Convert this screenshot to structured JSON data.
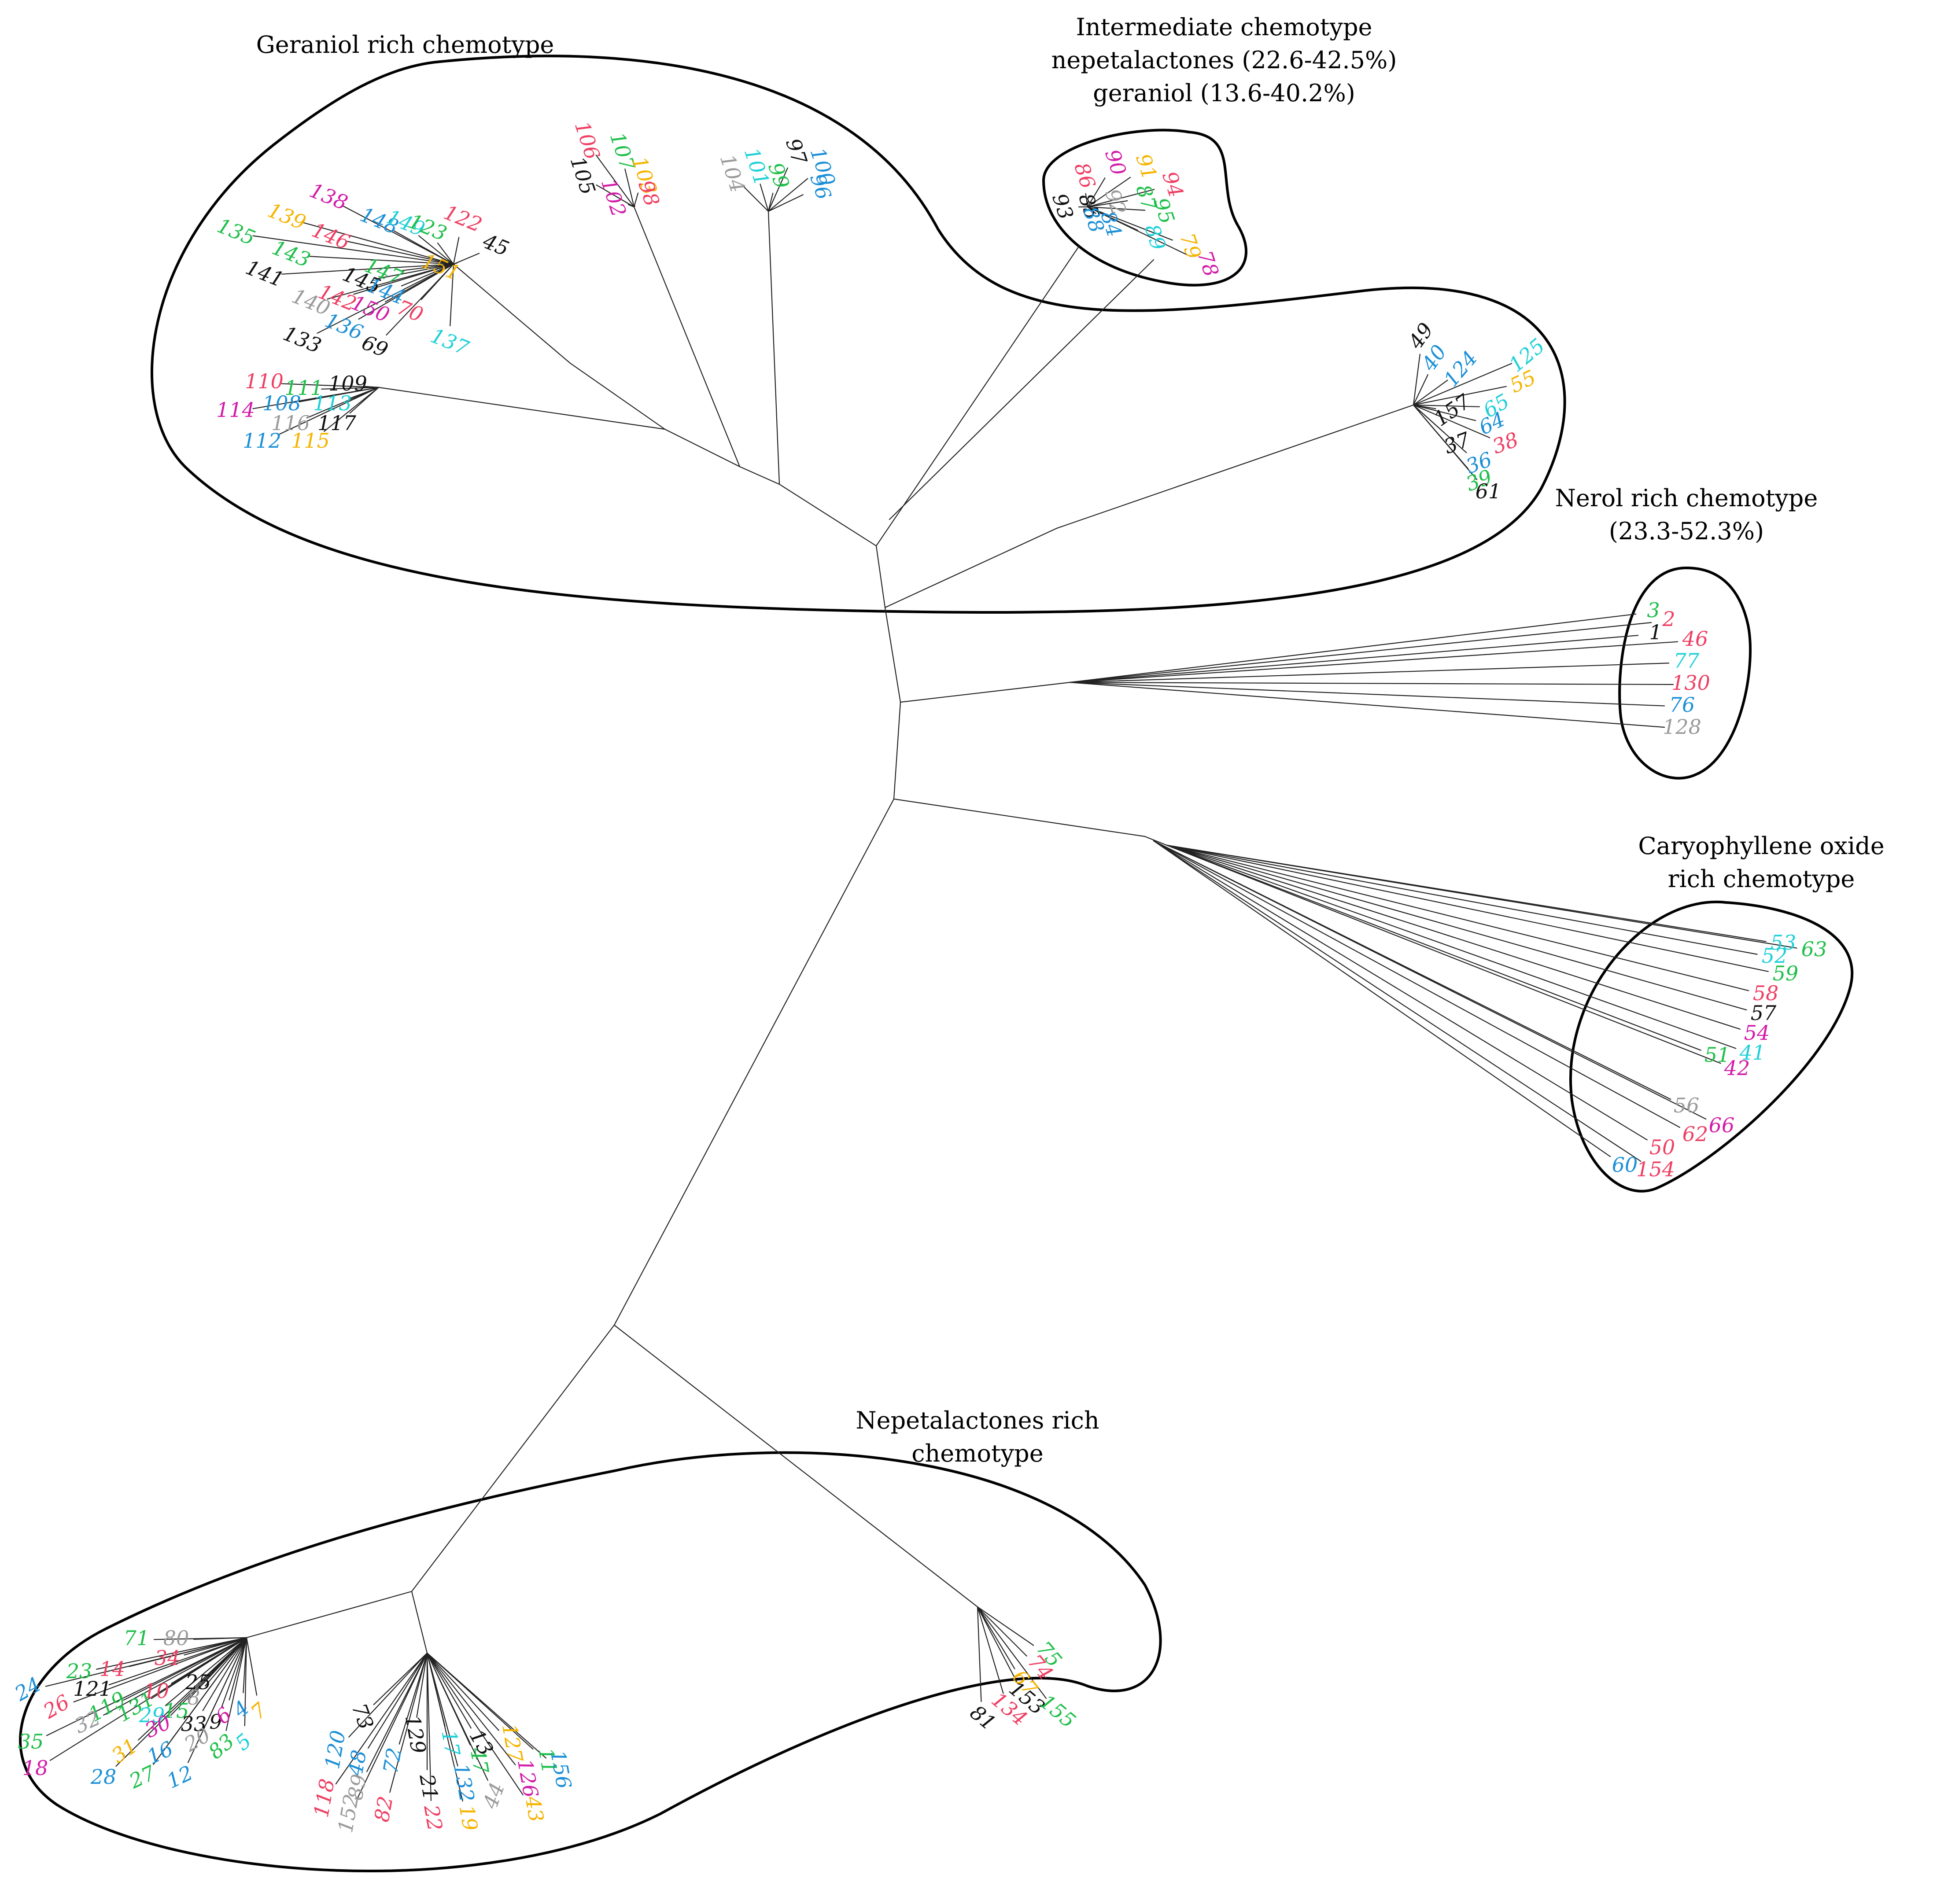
{
  "colors": {
    "black": "#111111",
    "red": "#ee3f63",
    "green": "#1fbf4a",
    "blue": "#1b8fd6",
    "cyan": "#1fd0d8",
    "orange": "#f5b400",
    "magenta": "#d21ba8",
    "gray": "#9a9a9a"
  },
  "groups": [
    {
      "id": "geraniol",
      "title_lines": [
        "Geraniol rich chemotype"
      ],
      "leaves": [
        {
          "t": "106",
          "c": "red"
        },
        {
          "t": "107",
          "c": "green"
        },
        {
          "t": "103",
          "c": "orange"
        },
        {
          "t": "105",
          "c": "black"
        },
        {
          "t": "102",
          "c": "magenta"
        },
        {
          "t": "98",
          "c": "red"
        },
        {
          "t": "104",
          "c": "gray"
        },
        {
          "t": "101",
          "c": "cyan"
        },
        {
          "t": "99",
          "c": "green"
        },
        {
          "t": "97",
          "c": "black"
        },
        {
          "t": "100",
          "c": "blue"
        },
        {
          "t": "96",
          "c": "blue"
        },
        {
          "t": "138",
          "c": "magenta"
        },
        {
          "t": "139",
          "c": "orange"
        },
        {
          "t": "135",
          "c": "green"
        },
        {
          "t": "148",
          "c": "blue"
        },
        {
          "t": "149",
          "c": "cyan"
        },
        {
          "t": "146",
          "c": "red"
        },
        {
          "t": "143",
          "c": "green"
        },
        {
          "t": "123",
          "c": "green"
        },
        {
          "t": "122",
          "c": "red"
        },
        {
          "t": "45",
          "c": "black"
        },
        {
          "t": "151",
          "c": "orange"
        },
        {
          "t": "147",
          "c": "green"
        },
        {
          "t": "145",
          "c": "black"
        },
        {
          "t": "141",
          "c": "black"
        },
        {
          "t": "140",
          "c": "gray"
        },
        {
          "t": "142",
          "c": "red"
        },
        {
          "t": "144",
          "c": "blue"
        },
        {
          "t": "150",
          "c": "magenta"
        },
        {
          "t": "70",
          "c": "red"
        },
        {
          "t": "136",
          "c": "blue"
        },
        {
          "t": "133",
          "c": "black"
        },
        {
          "t": "69",
          "c": "black"
        },
        {
          "t": "137",
          "c": "cyan"
        },
        {
          "t": "110",
          "c": "red"
        },
        {
          "t": "111",
          "c": "green"
        },
        {
          "t": "109",
          "c": "black"
        },
        {
          "t": "114",
          "c": "magenta"
        },
        {
          "t": "108",
          "c": "blue"
        },
        {
          "t": "113",
          "c": "cyan"
        },
        {
          "t": "116",
          "c": "gray"
        },
        {
          "t": "117",
          "c": "black"
        },
        {
          "t": "112",
          "c": "blue"
        },
        {
          "t": "115",
          "c": "orange"
        },
        {
          "t": "49",
          "c": "black"
        },
        {
          "t": "40",
          "c": "blue"
        },
        {
          "t": "124",
          "c": "blue"
        },
        {
          "t": "125",
          "c": "cyan"
        },
        {
          "t": "157",
          "c": "black"
        },
        {
          "t": "65",
          "c": "cyan"
        },
        {
          "t": "55",
          "c": "orange"
        },
        {
          "t": "64",
          "c": "blue"
        },
        {
          "t": "37",
          "c": "black"
        },
        {
          "t": "38",
          "c": "red"
        },
        {
          "t": "36",
          "c": "blue"
        },
        {
          "t": "39",
          "c": "green"
        },
        {
          "t": "61",
          "c": "black"
        }
      ]
    },
    {
      "id": "intermediate",
      "title_lines": [
        "Intermediate chemotype",
        "nepetalactones (22.6-42.5%)",
        "geraniol (13.6-40.2%)"
      ],
      "leaves": [
        {
          "t": "86",
          "c": "red"
        },
        {
          "t": "90",
          "c": "magenta"
        },
        {
          "t": "91",
          "c": "orange"
        },
        {
          "t": "93",
          "c": "black"
        },
        {
          "t": "85",
          "c": "black"
        },
        {
          "t": "92",
          "c": "gray"
        },
        {
          "t": "87",
          "c": "green"
        },
        {
          "t": "94",
          "c": "red"
        },
        {
          "t": "95",
          "c": "green"
        },
        {
          "t": "88",
          "c": "blue"
        },
        {
          "t": "84",
          "c": "blue"
        },
        {
          "t": "89",
          "c": "cyan"
        },
        {
          "t": "79",
          "c": "orange"
        },
        {
          "t": "78",
          "c": "magenta"
        }
      ]
    },
    {
      "id": "nerol",
      "title_lines": [
        "Nerol rich chemotype",
        "(23.3-52.3%)"
      ],
      "leaves": [
        {
          "t": "3",
          "c": "green"
        },
        {
          "t": "2",
          "c": "red"
        },
        {
          "t": "1",
          "c": "black"
        },
        {
          "t": "46",
          "c": "red"
        },
        {
          "t": "77",
          "c": "cyan"
        },
        {
          "t": "130",
          "c": "red"
        },
        {
          "t": "76",
          "c": "blue"
        },
        {
          "t": "128",
          "c": "gray"
        }
      ]
    },
    {
      "id": "caryophyllene",
      "title_lines": [
        "Caryophyllene oxide",
        "rich chemotype"
      ],
      "leaves": [
        {
          "t": "53",
          "c": "cyan"
        },
        {
          "t": "52",
          "c": "cyan"
        },
        {
          "t": "63",
          "c": "green"
        },
        {
          "t": "59",
          "c": "green"
        },
        {
          "t": "58",
          "c": "red"
        },
        {
          "t": "57",
          "c": "black"
        },
        {
          "t": "54",
          "c": "magenta"
        },
        {
          "t": "51",
          "c": "green"
        },
        {
          "t": "41",
          "c": "cyan"
        },
        {
          "t": "42",
          "c": "magenta"
        },
        {
          "t": "56",
          "c": "gray"
        },
        {
          "t": "66",
          "c": "magenta"
        },
        {
          "t": "62",
          "c": "red"
        },
        {
          "t": "50",
          "c": "red"
        },
        {
          "t": "60",
          "c": "blue"
        },
        {
          "t": "154",
          "c": "red"
        }
      ]
    },
    {
      "id": "nepetalactones",
      "title_lines": [
        "Nepetalactones rich",
        "chemotype"
      ],
      "leaves": [
        {
          "t": "71",
          "c": "green"
        },
        {
          "t": "80",
          "c": "gray"
        },
        {
          "t": "34",
          "c": "red"
        },
        {
          "t": "23",
          "c": "green"
        },
        {
          "t": "14",
          "c": "red"
        },
        {
          "t": "24",
          "c": "blue"
        },
        {
          "t": "121",
          "c": "black"
        },
        {
          "t": "10",
          "c": "red"
        },
        {
          "t": "25",
          "c": "black"
        },
        {
          "t": "26",
          "c": "red"
        },
        {
          "t": "119",
          "c": "green"
        },
        {
          "t": "131",
          "c": "green"
        },
        {
          "t": "29",
          "c": "cyan"
        },
        {
          "t": "15",
          "c": "green"
        },
        {
          "t": "8",
          "c": "gray"
        },
        {
          "t": "35",
          "c": "green"
        },
        {
          "t": "32",
          "c": "gray"
        },
        {
          "t": "30",
          "c": "magenta"
        },
        {
          "t": "33",
          "c": "black"
        },
        {
          "t": "9",
          "c": "black"
        },
        {
          "t": "20",
          "c": "gray"
        },
        {
          "t": "6",
          "c": "magenta"
        },
        {
          "t": "4",
          "c": "blue"
        },
        {
          "t": "7",
          "c": "orange"
        },
        {
          "t": "18",
          "c": "magenta"
        },
        {
          "t": "31",
          "c": "orange"
        },
        {
          "t": "16",
          "c": "blue"
        },
        {
          "t": "83",
          "c": "green"
        },
        {
          "t": "5",
          "c": "cyan"
        },
        {
          "t": "28",
          "c": "blue"
        },
        {
          "t": "27",
          "c": "green"
        },
        {
          "t": "12",
          "c": "blue"
        },
        {
          "t": "73",
          "c": "black"
        },
        {
          "t": "120",
          "c": "blue"
        },
        {
          "t": "48",
          "c": "blue"
        },
        {
          "t": "72",
          "c": "blue"
        },
        {
          "t": "89",
          "c": "gray"
        },
        {
          "t": "118",
          "c": "red"
        },
        {
          "t": "152",
          "c": "gray"
        },
        {
          "t": "82",
          "c": "red"
        },
        {
          "t": "129",
          "c": "black"
        },
        {
          "t": "21",
          "c": "black"
        },
        {
          "t": "22",
          "c": "red"
        },
        {
          "t": "17",
          "c": "cyan"
        },
        {
          "t": "47",
          "c": "green"
        },
        {
          "t": "132",
          "c": "blue"
        },
        {
          "t": "13",
          "c": "black"
        },
        {
          "t": "44",
          "c": "gray"
        },
        {
          "t": "127",
          "c": "orange"
        },
        {
          "t": "126",
          "c": "magenta"
        },
        {
          "t": "43",
          "c": "orange"
        },
        {
          "t": "19",
          "c": "orange"
        },
        {
          "t": "11",
          "c": "green"
        },
        {
          "t": "156",
          "c": "blue"
        },
        {
          "t": "75",
          "c": "green"
        },
        {
          "t": "74",
          "c": "red"
        },
        {
          "t": "67",
          "c": "orange"
        },
        {
          "t": "153",
          "c": "black"
        },
        {
          "t": "134",
          "c": "red"
        },
        {
          "t": "81",
          "c": "black"
        },
        {
          "t": "155",
          "c": "green"
        }
      ]
    }
  ]
}
